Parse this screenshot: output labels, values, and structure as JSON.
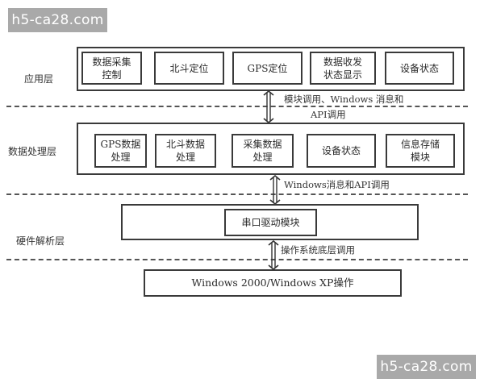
{
  "watermarks": {
    "top_left": "h5-ca28.com",
    "bottom_right": "h5-ca28.com"
  },
  "colors": {
    "line": "#3a3a3a",
    "watermark_bg": "#a9a9a9",
    "watermark_text": "#ffffff"
  },
  "diagram": {
    "layers": [
      {
        "label": "应用层",
        "modules": [
          "数据采集\n控制",
          "北斗定位",
          "GPS定位",
          "数据收发\n状态显示",
          "设备状态"
        ]
      },
      {
        "label": "数据处理层",
        "modules": [
          "GPS数据\n处理",
          "北斗数据\n处理",
          "采集数据\n处理",
          "设备状态",
          "信息存储\n模块"
        ]
      },
      {
        "label": "硬件解析层",
        "modules": [
          "串口驱动模块"
        ]
      },
      {
        "label": "",
        "modules": [
          "Windows 2000/Windows XP操作"
        ]
      }
    ],
    "connections": [
      {
        "from": "应用层",
        "to": "数据处理层",
        "label_line1": "模块调用、Windows 消息和",
        "label_line2": "API调用"
      },
      {
        "from": "数据处理层",
        "to": "硬件解析层",
        "label_line1": "Windows消息和API调用"
      },
      {
        "from": "硬件解析层",
        "to": "操作系统",
        "label_line1": "操作系统底层调用"
      }
    ]
  }
}
